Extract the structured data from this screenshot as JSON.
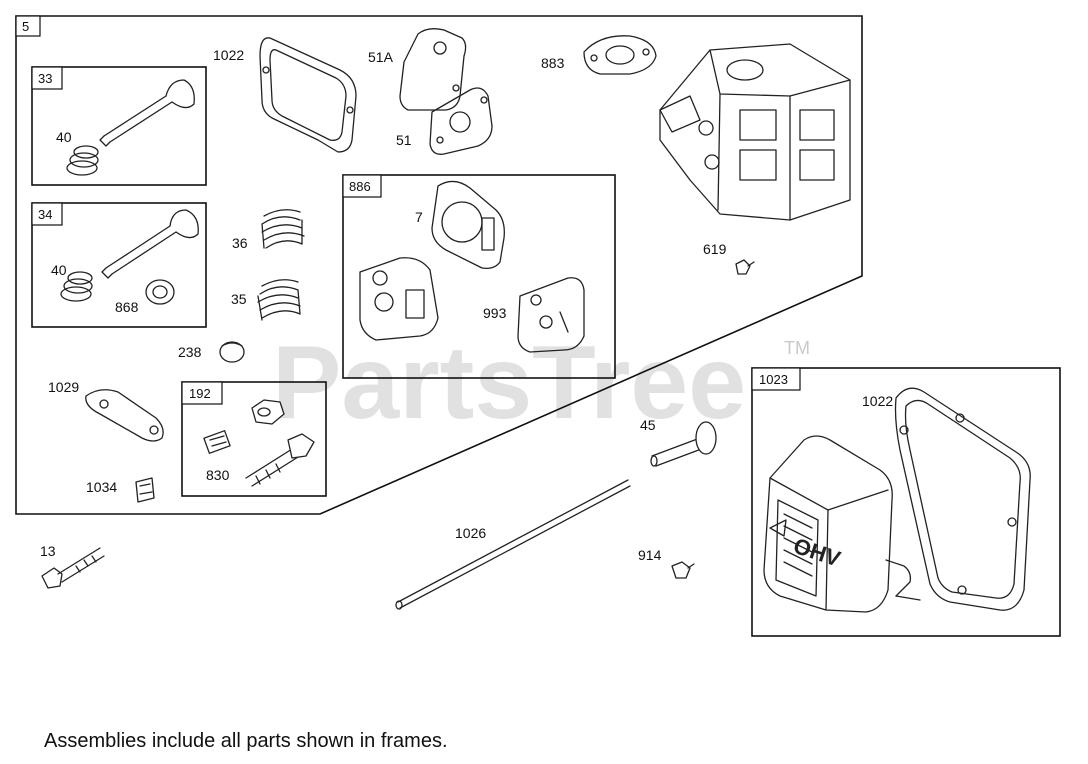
{
  "watermark": {
    "text": "PartsTree",
    "trademark": "TM"
  },
  "footer_note": "Assemblies include all parts shown in frames.",
  "emblem_text": "OHV",
  "frames": [
    {
      "id": "5",
      "label": "5"
    },
    {
      "id": "33",
      "label": "33"
    },
    {
      "id": "34",
      "label": "34"
    },
    {
      "id": "886",
      "label": "886"
    },
    {
      "id": "192",
      "label": "192"
    },
    {
      "id": "1023",
      "label": "1023"
    }
  ],
  "callouts": [
    {
      "id": "p1022a",
      "text": "1022"
    },
    {
      "id": "p51a",
      "text": "51A"
    },
    {
      "id": "p51",
      "text": "51"
    },
    {
      "id": "p883",
      "text": "883"
    },
    {
      "id": "p40a",
      "text": "40"
    },
    {
      "id": "p40b",
      "text": "40"
    },
    {
      "id": "p868",
      "text": "868"
    },
    {
      "id": "p36",
      "text": "36"
    },
    {
      "id": "p35",
      "text": "35"
    },
    {
      "id": "p7",
      "text": "7"
    },
    {
      "id": "p993",
      "text": "993"
    },
    {
      "id": "p619",
      "text": "619"
    },
    {
      "id": "p238",
      "text": "238"
    },
    {
      "id": "p1029",
      "text": "1029"
    },
    {
      "id": "p830",
      "text": "830"
    },
    {
      "id": "p1034",
      "text": "1034"
    },
    {
      "id": "p45",
      "text": "45"
    },
    {
      "id": "p1022b",
      "text": "1022"
    },
    {
      "id": "p13",
      "text": "13"
    },
    {
      "id": "p1026",
      "text": "1026"
    },
    {
      "id": "p914",
      "text": "914"
    }
  ]
}
